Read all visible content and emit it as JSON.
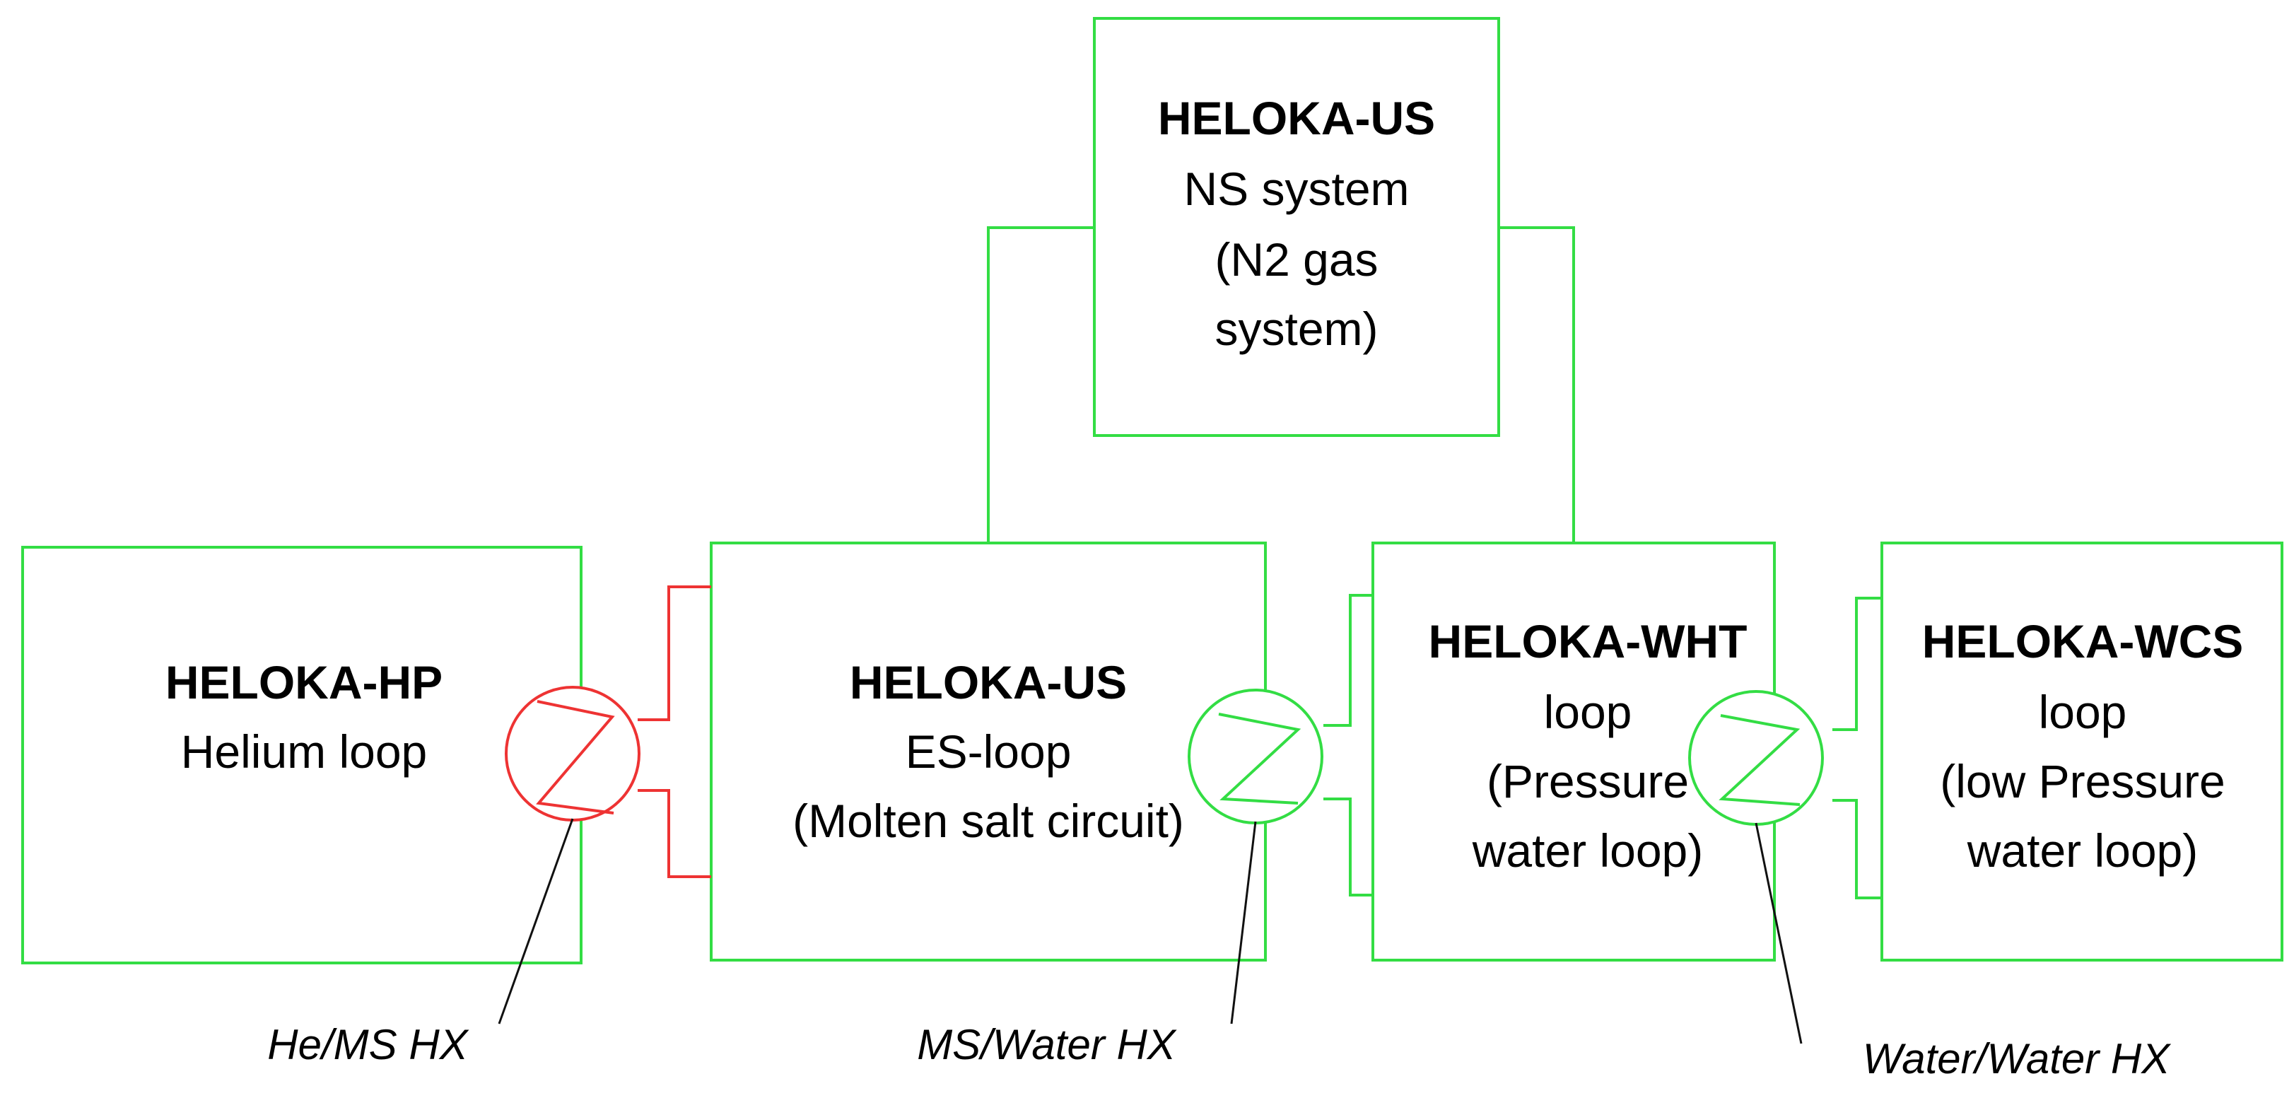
{
  "colors": {
    "green": "#33dd44",
    "red": "#ee3333",
    "black": "#111111"
  },
  "boxes": {
    "ns": {
      "title": "HELOKA-US",
      "lines": [
        "NS system",
        "(N2 gas",
        "system)"
      ]
    },
    "hp": {
      "title": "HELOKA-HP",
      "lines": [
        "Helium loop"
      ]
    },
    "es": {
      "title": "HELOKA-US",
      "lines": [
        "ES-loop",
        "(Molten salt circuit)"
      ]
    },
    "wht": {
      "title": "HELOKA-WHT",
      "lines": [
        "loop",
        "(Pressure",
        "water loop)"
      ]
    },
    "wcs": {
      "title": "HELOKA-WCS",
      "lines": [
        "loop",
        "(low Pressure",
        "water loop)"
      ]
    }
  },
  "heat_exchangers": {
    "he_ms": {
      "label": "He/MS  HX",
      "icon": "heat-exchanger-icon"
    },
    "ms_water": {
      "label": "MS/Water  HX",
      "icon": "heat-exchanger-icon"
    },
    "water_water": {
      "label": "Water/Water HX",
      "icon": "heat-exchanger-icon"
    }
  }
}
